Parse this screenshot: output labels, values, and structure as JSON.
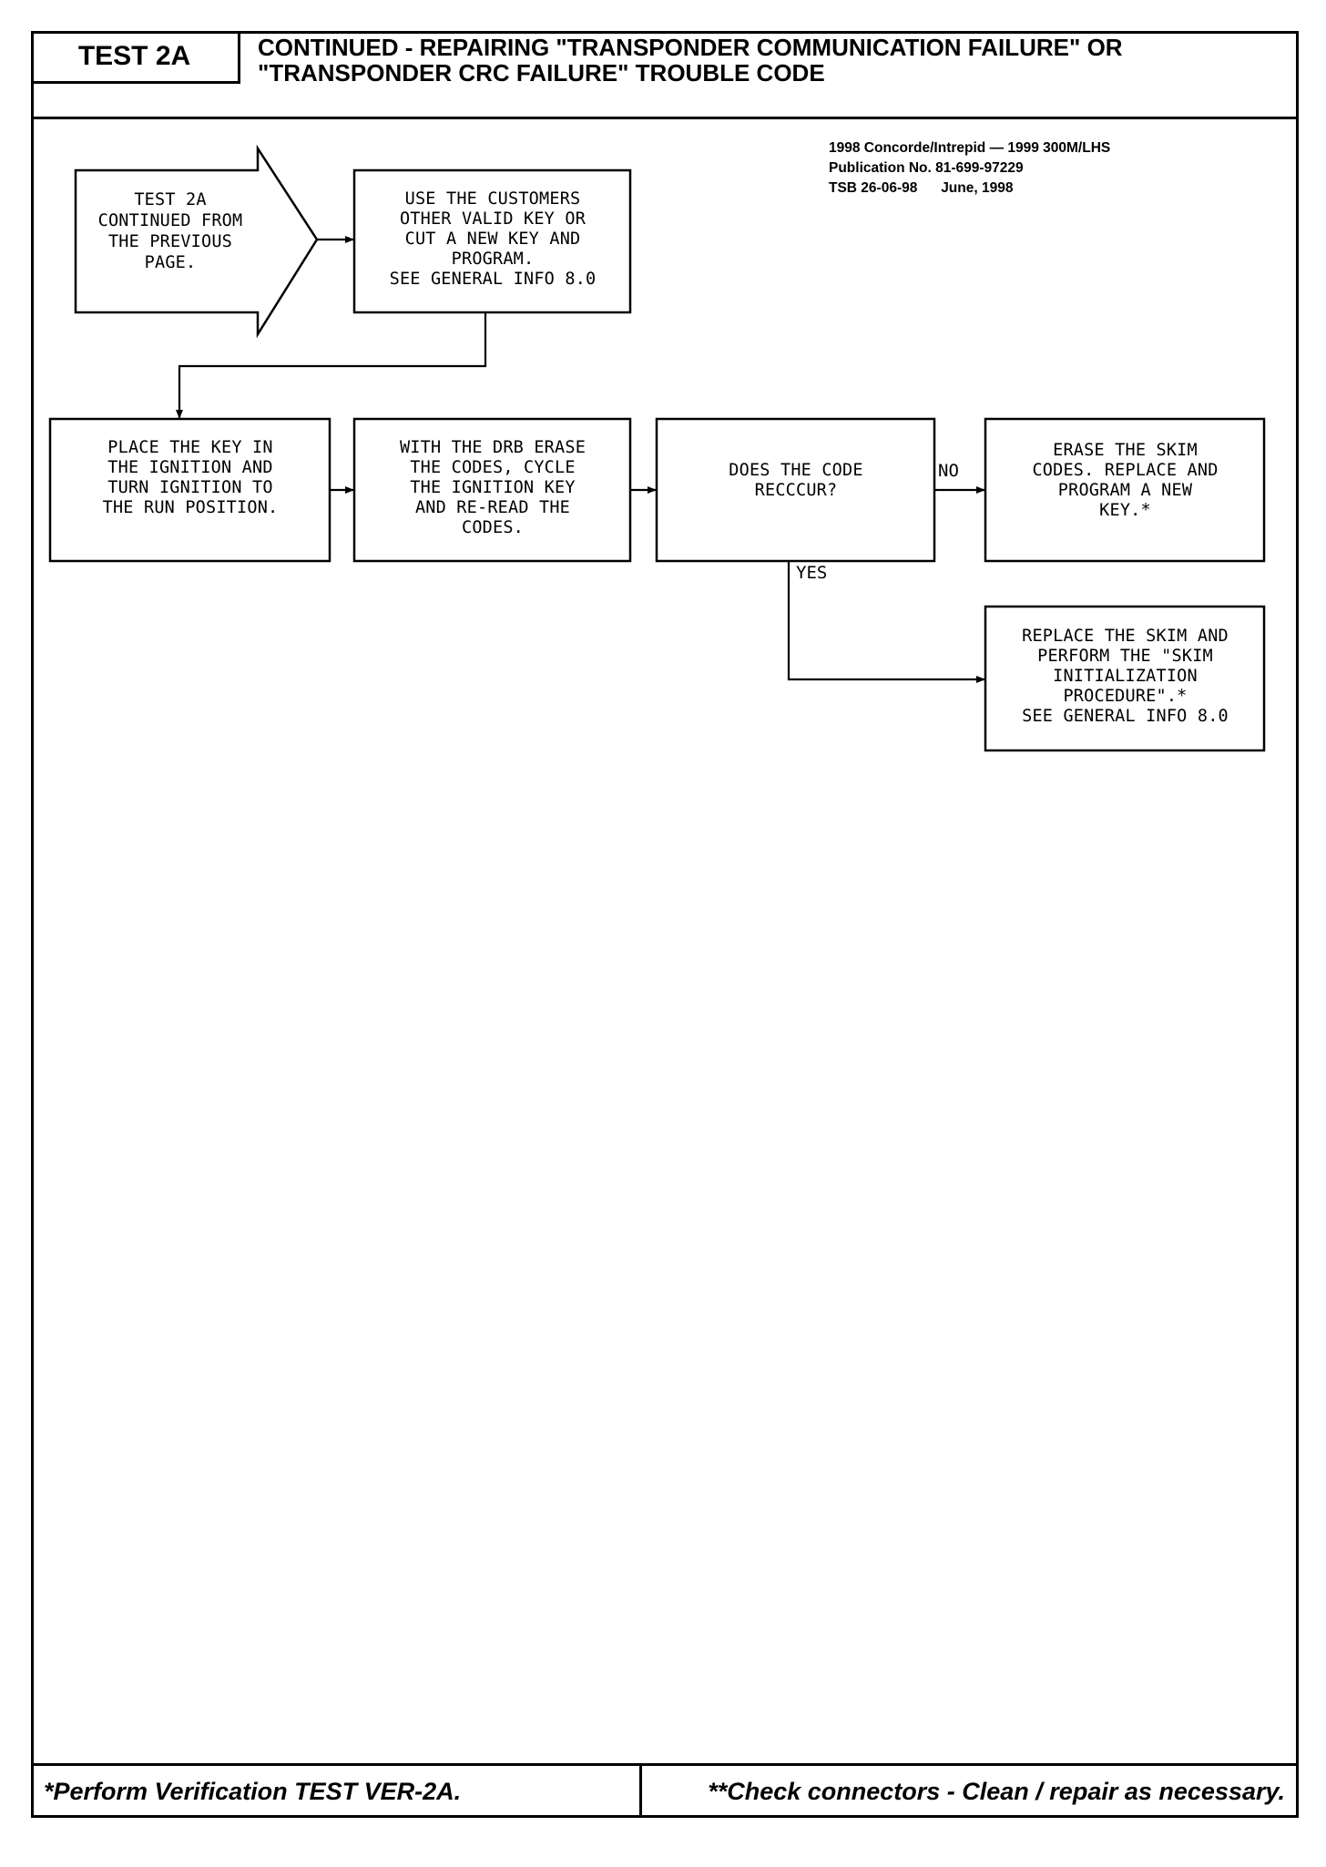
{
  "header": {
    "test_label": "TEST 2A",
    "title_line1": "CONTINUED - REPAIRING \"TRANSPONDER COMMUNICATION FAILURE\" OR",
    "title_line2": "\"TRANSPONDER CRC FAILURE\" TROUBLE CODE"
  },
  "publication": {
    "line1": "1998 Concorde/Intrepid — 1999 300M/LHS",
    "line2": "Publication No. 81-699-97229",
    "line3": "TSB 26-06-98      June, 1998"
  },
  "flow": {
    "start": "TEST 2A\nCONTINUED FROM\nTHE PREVIOUS\nPAGE.",
    "use_key": "USE THE CUSTOMERS\nOTHER VALID KEY OR\nCUT A NEW KEY AND\nPROGRAM.\nSEE GENERAL INFO 8.0",
    "place_key": "PLACE THE KEY IN\nTHE IGNITION AND\nTURN IGNITION TO\nTHE RUN POSITION.",
    "drb_erase": "WITH THE DRB ERASE\nTHE CODES, CYCLE\nTHE IGNITION KEY\nAND RE-READ THE\nCODES.",
    "decision": "DOES THE CODE\nRECCCUR?",
    "erase_skim": "ERASE THE SKIM\nCODES. REPLACE AND\nPROGRAM A NEW\nKEY.*",
    "replace_skim": "REPLACE THE SKIM AND\nPERFORM THE \"SKIM\nINITIALIZATION\nPROCEDURE\".*\nSEE GENERAL INFO 8.0",
    "no_label": "NO",
    "yes_label": "YES"
  },
  "footer": {
    "left": "*Perform Verification TEST VER-2A.",
    "right": "**Check connectors - Clean / repair as necessary."
  }
}
